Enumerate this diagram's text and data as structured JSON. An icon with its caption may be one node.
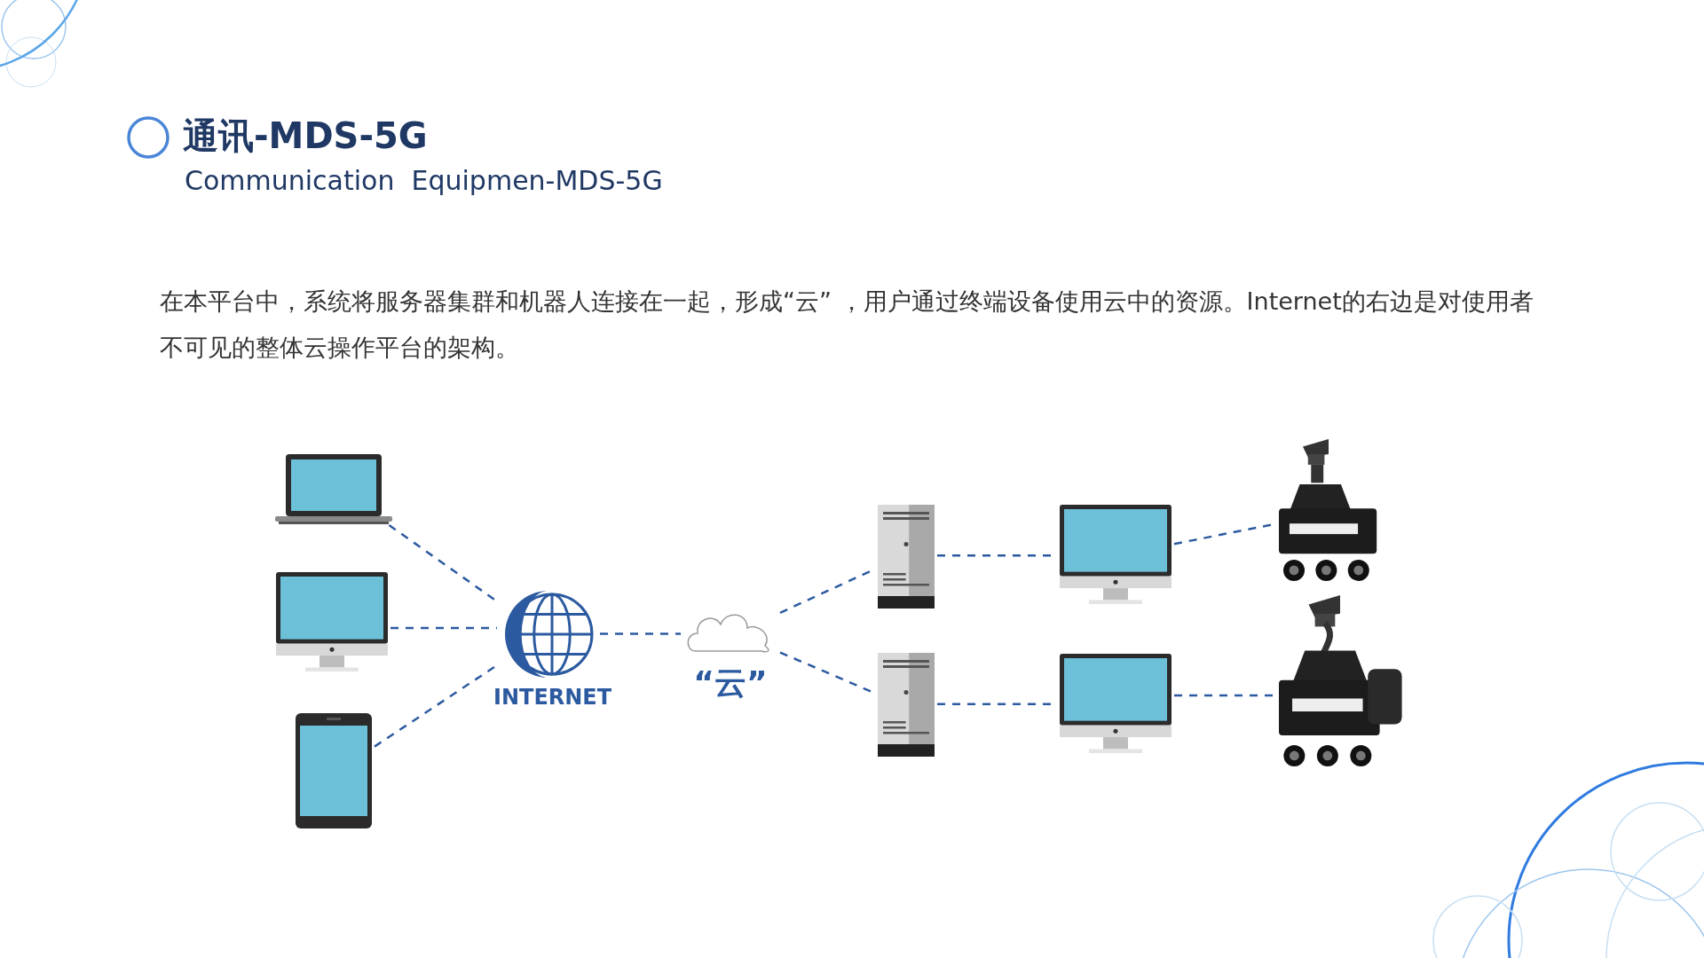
{
  "diagram": {
    "title": "通讯-MDS-5G",
    "nodes": [
      {
        "text": [],
        "shape": "picture"
      },
      {
        "text": [],
        "shape": "picture"
      },
      {
        "text": [],
        "shape": "picture"
      },
      {
        "text": [
          "INTERNET"
        ]
      },
      {
        "text": [
          "“云”"
        ]
      },
      {
        "text": [],
        "shape": "picture"
      },
      {
        "text": [],
        "shape": "picture"
      },
      {
        "text": [],
        "shape": "picture"
      },
      {
        "text": [],
        "shape": "picture"
      },
      {
        "text": [],
        "shape": "picture"
      },
      {
        "text": [],
        "shape": "picture"
      }
    ],
    "edges": [
      {
        "from": 0,
        "to": 3,
        "arrow": "none",
        "style": "dashed"
      },
      {
        "from": 1,
        "to": 3,
        "arrow": "none",
        "style": "dashed"
      },
      {
        "from": 2,
        "to": 3,
        "arrow": "none",
        "style": "dashed"
      },
      {
        "from": 3,
        "to": 4,
        "arrow": "none",
        "style": "dashed"
      },
      {
        "from": 4,
        "to": 5,
        "arrow": "none",
        "style": "dashed"
      },
      {
        "from": 4,
        "to": 6,
        "arrow": "none",
        "style": "dashed"
      },
      {
        "from": 5,
        "to": 7,
        "arrow": "none",
        "style": "dashed"
      },
      {
        "from": 7,
        "to": 9,
        "arrow": "none",
        "style": "dashed"
      },
      {
        "from": 6,
        "to": 8,
        "arrow": "none",
        "style": "dashed"
      },
      {
        "from": 8,
        "to": 10,
        "arrow": "none",
        "style": "dashed"
      }
    ],
    "labels": [
      "Communication  Equipmen-MDS-5G",
      "在本平台中，系统将服务器集群和机器人连接在一起，形成“云” ，用户通过终端设备使用云中的资源。Internet的右边是对使用者不可见的整体云操作平台的架构。"
    ]
  }
}
